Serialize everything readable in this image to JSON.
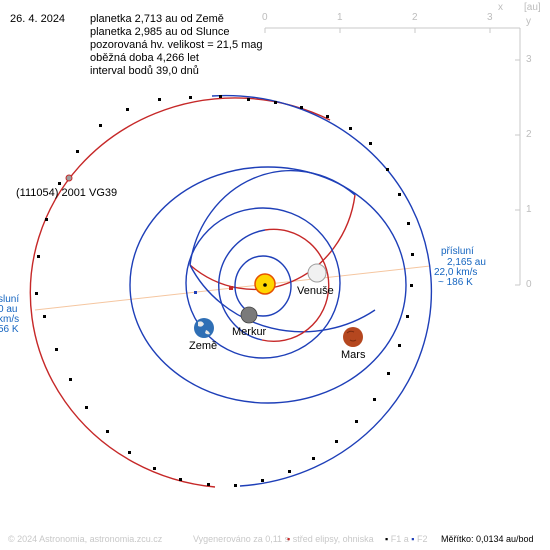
{
  "header": {
    "date": "26. 4. 2024",
    "info_lines": [
      "planetka 2,713 au od Země",
      "planetka 2,985 au od Slunce",
      "pozorovaná hv. velikost = 21,5 mag",
      "oběžná doba 4,266 let",
      "interval bodů 39,0 dnů"
    ]
  },
  "axes": {
    "x_ticks": [
      "0",
      "1",
      "2",
      "3"
    ],
    "x_label": "x",
    "unit_label": "[au]",
    "y_label": "y",
    "y_ticks": [
      "3",
      "2",
      "1",
      "0"
    ]
  },
  "asteroid": {
    "name": "(111054) 2001 VG39"
  },
  "planets": {
    "venus": "Venuše",
    "earth": "Země",
    "mercury": "Merkur",
    "mars": "Mars"
  },
  "perihelion": {
    "label": "přísluní",
    "distance": "2,165 au",
    "speed": "22,0 km/s",
    "temp": "~ 186 K"
  },
  "aphelion_partial": {
    "label": "sluní",
    "distance": "0 au",
    "speed": "km/s",
    "temp": "56 K"
  },
  "footer": {
    "copyright": "© 2024 Astronomia, astronomia.zcu.cz",
    "generated": "Vygenerováno za 0,11 s",
    "legend_center": "střed elipsy, ohniska",
    "legend_f1": "F1 a",
    "legend_f2": "F2",
    "scale": "Měřítko: 0,0134 au/bod"
  },
  "colors": {
    "orbit_red": "#c62828",
    "orbit_blue": "#1e3fb8",
    "axis_gray": "#c8c8c8",
    "apsis_line": "#f5c6a0",
    "label_blue": "#1565c0"
  }
}
